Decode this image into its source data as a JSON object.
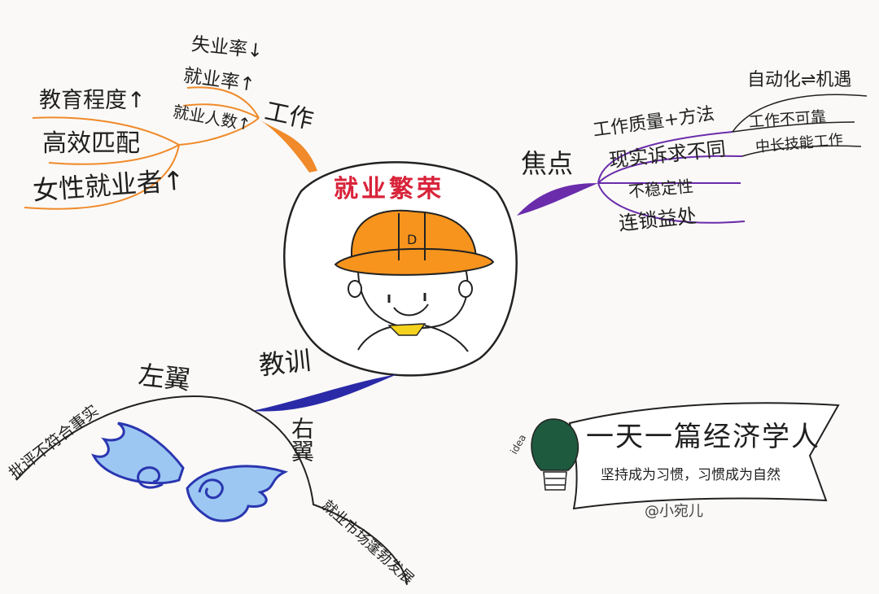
{
  "center": {
    "title": "就业繁荣"
  },
  "branches": {
    "work": {
      "label": "工作",
      "color": "#f08a2a",
      "items": [
        "失业率↓",
        "就业率↑",
        "就业人数↑"
      ],
      "sub": [
        "教育程度↑",
        "高效匹配",
        "女性就业者↑"
      ]
    },
    "focus": {
      "label": "焦点",
      "color": "#6a2cab",
      "items": [
        "工作质量+方法",
        "现实诉求不同",
        "不稳定性",
        "连锁益处"
      ],
      "sub": [
        "自动化⇌机遇",
        "工作不可靠",
        "中长技能工作"
      ]
    },
    "lesson": {
      "label": "教训",
      "color": "#2a2aa8",
      "left_wing": "左翼",
      "left_note": "批评不符合事实",
      "right_wing": "右翼",
      "right_note": "就业市场蓬勃发展"
    }
  },
  "banner": {
    "title": "一天一篇经济学人",
    "motto": "坚持成为习惯，习惯成为自然",
    "author": "@小宛儿",
    "idea": "idea"
  },
  "colors": {
    "orange": "#f08a2a",
    "purple": "#6a2cab",
    "blue": "#2a2aa8",
    "red": "#d8233a",
    "bulb": "#1e5a3e",
    "helmet": "#f7941d",
    "collar": "#f5d21e"
  }
}
